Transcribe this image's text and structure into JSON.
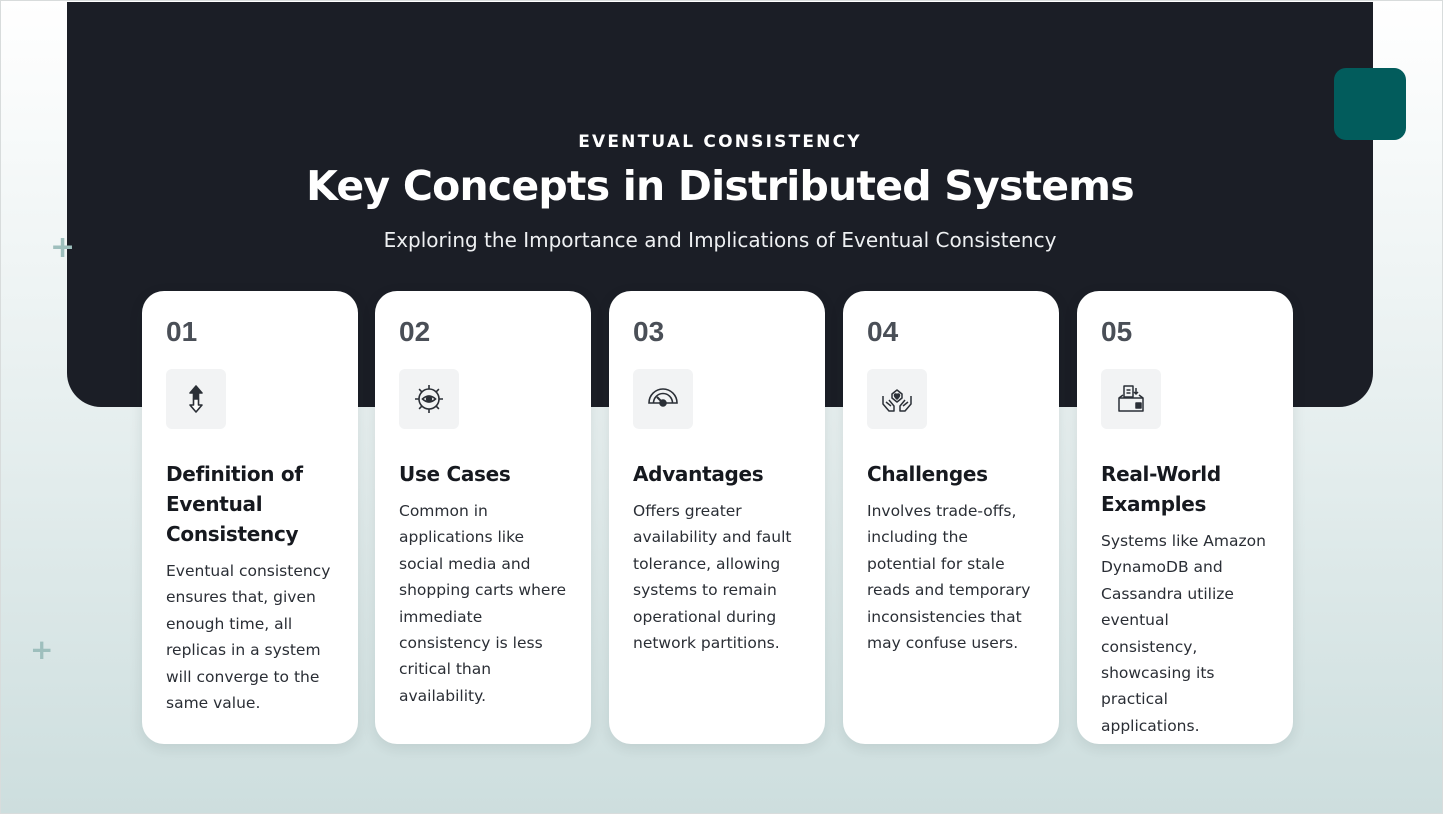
{
  "header": {
    "kicker": "EVENTUAL CONSISTENCY",
    "title": "Key Concepts in Distributed Systems",
    "subtitle": "Exploring the Importance and Implications of Eventual Consistency"
  },
  "colors": {
    "hero_bg": "#1b1e26",
    "accent": "#025c5c",
    "card_bg": "#ffffff",
    "number": "#4a4f57"
  },
  "decorations": {
    "plus_symbol": "+"
  },
  "cards": [
    {
      "number": "01",
      "icon": "arrows-up-down-icon",
      "title": "Definition of Eventual Consistency",
      "text": "Eventual consistency ensures that, given enough time, all replicas in a system will converge to the same value."
    },
    {
      "number": "02",
      "icon": "gear-eye-icon",
      "title": "Use Cases",
      "text": "Common in applications like social media and shopping carts where immediate consistency is less critical than availability."
    },
    {
      "number": "03",
      "icon": "gauge-icon",
      "title": "Advantages",
      "text": "Offers greater availability and fault tolerance, allowing systems to remain operational during network partitions."
    },
    {
      "number": "04",
      "icon": "hands-heart-icon",
      "title": "Challenges",
      "text": "Involves trade-offs, including the potential for stale reads and temporary inconsistencies that may confuse users."
    },
    {
      "number": "05",
      "icon": "box-document-icon",
      "title": "Real-World Examples",
      "text": "Systems like Amazon DynamoDB and Cassandra utilize eventual consistency, showcasing its practical applications."
    }
  ]
}
